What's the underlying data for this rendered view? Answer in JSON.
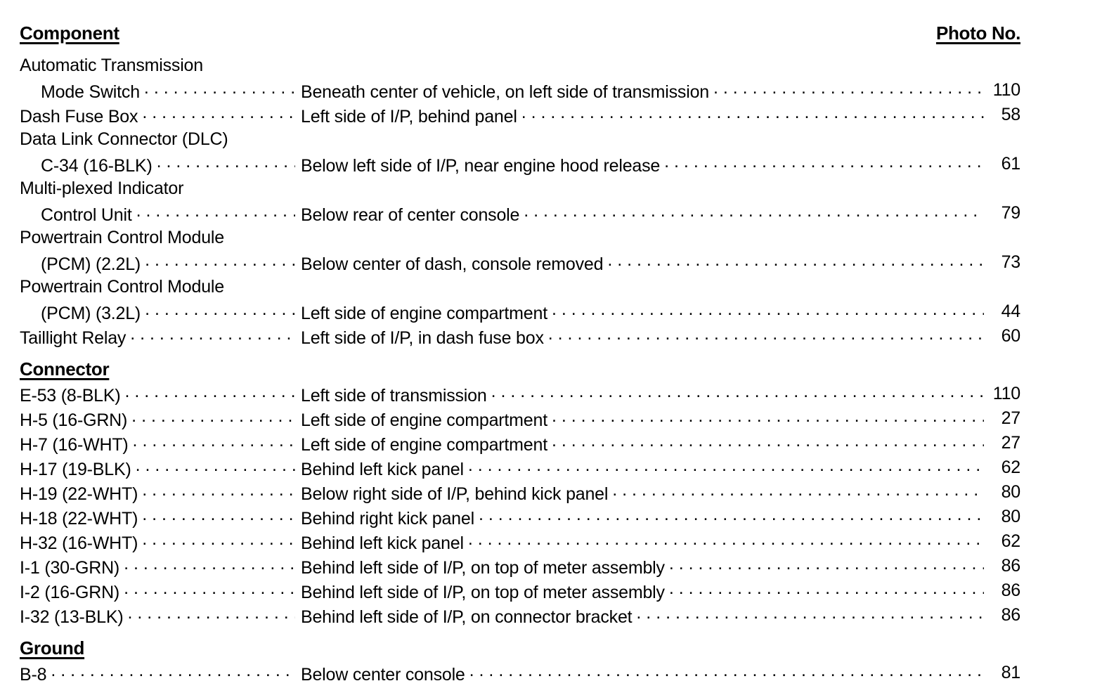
{
  "header": {
    "left_label": "Component",
    "right_label": "Photo No."
  },
  "sections": [
    {
      "title": "Component",
      "title_shown_in_header": true,
      "rows": [
        {
          "name": "Automatic Transmission",
          "indent": false,
          "leader": false,
          "description": "",
          "photo": ""
        },
        {
          "name": "Mode Switch",
          "indent": true,
          "leader": true,
          "description": "Beneath center of vehicle, on left side of transmission",
          "photo": "110"
        },
        {
          "name": "Dash Fuse Box",
          "indent": false,
          "leader": true,
          "description": "Left side of I/P, behind panel",
          "photo": "58"
        },
        {
          "name": "Data Link Connector (DLC)",
          "indent": false,
          "leader": false,
          "description": "",
          "photo": ""
        },
        {
          "name": "C-34 (16-BLK)",
          "indent": true,
          "leader": true,
          "description": "Below left side of I/P, near engine hood release",
          "photo": "61"
        },
        {
          "name": "Multi-plexed Indicator",
          "indent": false,
          "leader": false,
          "description": "",
          "photo": ""
        },
        {
          "name": "Control Unit",
          "indent": true,
          "leader": true,
          "description": "Below rear of center console",
          "photo": "79"
        },
        {
          "name": "Powertrain Control Module",
          "indent": false,
          "leader": false,
          "description": "",
          "photo": ""
        },
        {
          "name": "(PCM) (2.2L)",
          "indent": true,
          "leader": true,
          "description": "Below center of dash, console removed",
          "photo": "73"
        },
        {
          "name": "Powertrain Control Module",
          "indent": false,
          "leader": false,
          "description": "",
          "photo": ""
        },
        {
          "name": "(PCM) (3.2L)",
          "indent": true,
          "leader": true,
          "description": "Left side of engine compartment",
          "photo": "44"
        },
        {
          "name": "Taillight Relay",
          "indent": false,
          "leader": true,
          "description": "Left side of I/P, in dash fuse box",
          "photo": "60"
        }
      ]
    },
    {
      "title": "Connector",
      "title_shown_in_header": false,
      "rows": [
        {
          "name": "E-53 (8-BLK)",
          "indent": false,
          "leader": true,
          "description": "Left side of transmission",
          "photo": "110"
        },
        {
          "name": "H-5 (16-GRN)",
          "indent": false,
          "leader": true,
          "description": "Left side of engine compartment",
          "photo": "27"
        },
        {
          "name": "H-7 (16-WHT)",
          "indent": false,
          "leader": true,
          "description": "Left side of engine compartment",
          "photo": "27"
        },
        {
          "name": "H-17 (19-BLK)",
          "indent": false,
          "leader": true,
          "description": "Behind left kick panel",
          "photo": "62"
        },
        {
          "name": "H-19 (22-WHT)",
          "indent": false,
          "leader": true,
          "description": "Below right side of I/P, behind kick panel",
          "photo": "80"
        },
        {
          "name": "H-18 (22-WHT)",
          "indent": false,
          "leader": true,
          "description": "Behind right kick panel",
          "photo": "80"
        },
        {
          "name": "H-32 (16-WHT)",
          "indent": false,
          "leader": true,
          "description": "Behind left kick panel",
          "photo": "62"
        },
        {
          "name": "I-1 (30-GRN)",
          "indent": false,
          "leader": true,
          "description": "Behind left side of I/P, on top of meter assembly",
          "photo": "86"
        },
        {
          "name": "I-2 (16-GRN)",
          "indent": false,
          "leader": true,
          "description": "Behind left side of I/P, on top of meter assembly",
          "photo": "86"
        },
        {
          "name": "I-32 (13-BLK)",
          "indent": false,
          "leader": true,
          "description": "Behind left side of I/P, on connector bracket",
          "photo": "86"
        }
      ]
    },
    {
      "title": "Ground",
      "title_shown_in_header": false,
      "rows": [
        {
          "name": "B-8",
          "indent": false,
          "leader": true,
          "description": "Below center console",
          "photo": "81"
        }
      ]
    }
  ],
  "colors": {
    "text": "#000000",
    "background": "#ffffff"
  }
}
